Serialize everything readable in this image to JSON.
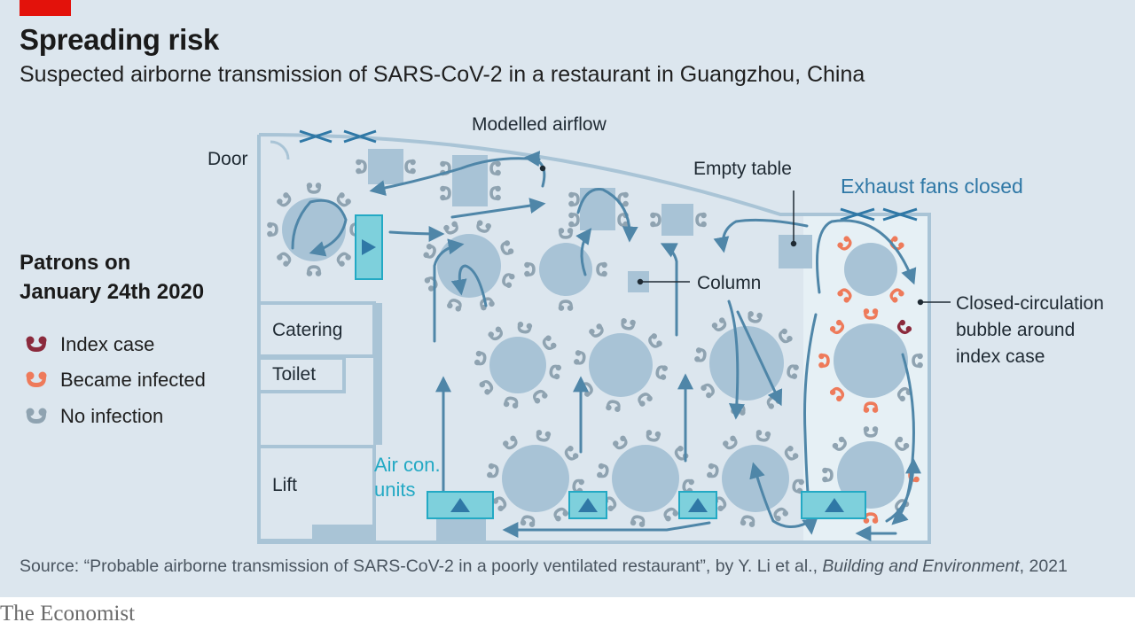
{
  "header": {
    "title": "Spreading risk",
    "subtitle": "Suspected airborne transmission of SARS-CoV-2 in a restaurant in Guangzhou, China"
  },
  "legend": {
    "title_line1": "Patrons on",
    "title_line2": "January 24th 2020",
    "items": [
      {
        "label": "Index case",
        "color": "#8b2a3c",
        "icon": "patron-index-icon"
      },
      {
        "label": "Became infected",
        "color": "#ee7a5a",
        "icon": "patron-infected-icon"
      },
      {
        "label": "No infection",
        "color": "#8fa3b1",
        "icon": "patron-uninfected-icon"
      }
    ]
  },
  "labels": {
    "door": "Door",
    "airflow": "Modelled airflow",
    "empty_table": "Empty table",
    "exhaust": "Exhaust fans closed",
    "column": "Column",
    "bubble_1": "Closed-circulation",
    "bubble_2": "bubble around",
    "bubble_3": "index case",
    "catering": "Catering",
    "toilet": "Toilet",
    "lift": "Lift",
    "aircon_1": "Air con.",
    "aircon_2": "units"
  },
  "source": {
    "prefix": "Source: “Probable airborne transmission of SARS-CoV-2 in a poorly ventilated restaurant”, by Y. Li et al., ",
    "journal": "Building and Environment",
    "suffix": ", 2021"
  },
  "brand": "The Economist",
  "colors": {
    "background": "#dce6ee",
    "table": "#a8c3d6",
    "wall": "#a9c4d6",
    "arrow": "#4f86a8",
    "exhaust_text": "#2f78a6",
    "aircon_text": "#23a9c4",
    "aircon_unit": "#7ed0dc",
    "bubble": "#e6f0f5",
    "index": "#8b2a3c",
    "infected": "#ee7a5a",
    "uninfected": "#8fa3b1",
    "accent_red": "#e3120b"
  }
}
